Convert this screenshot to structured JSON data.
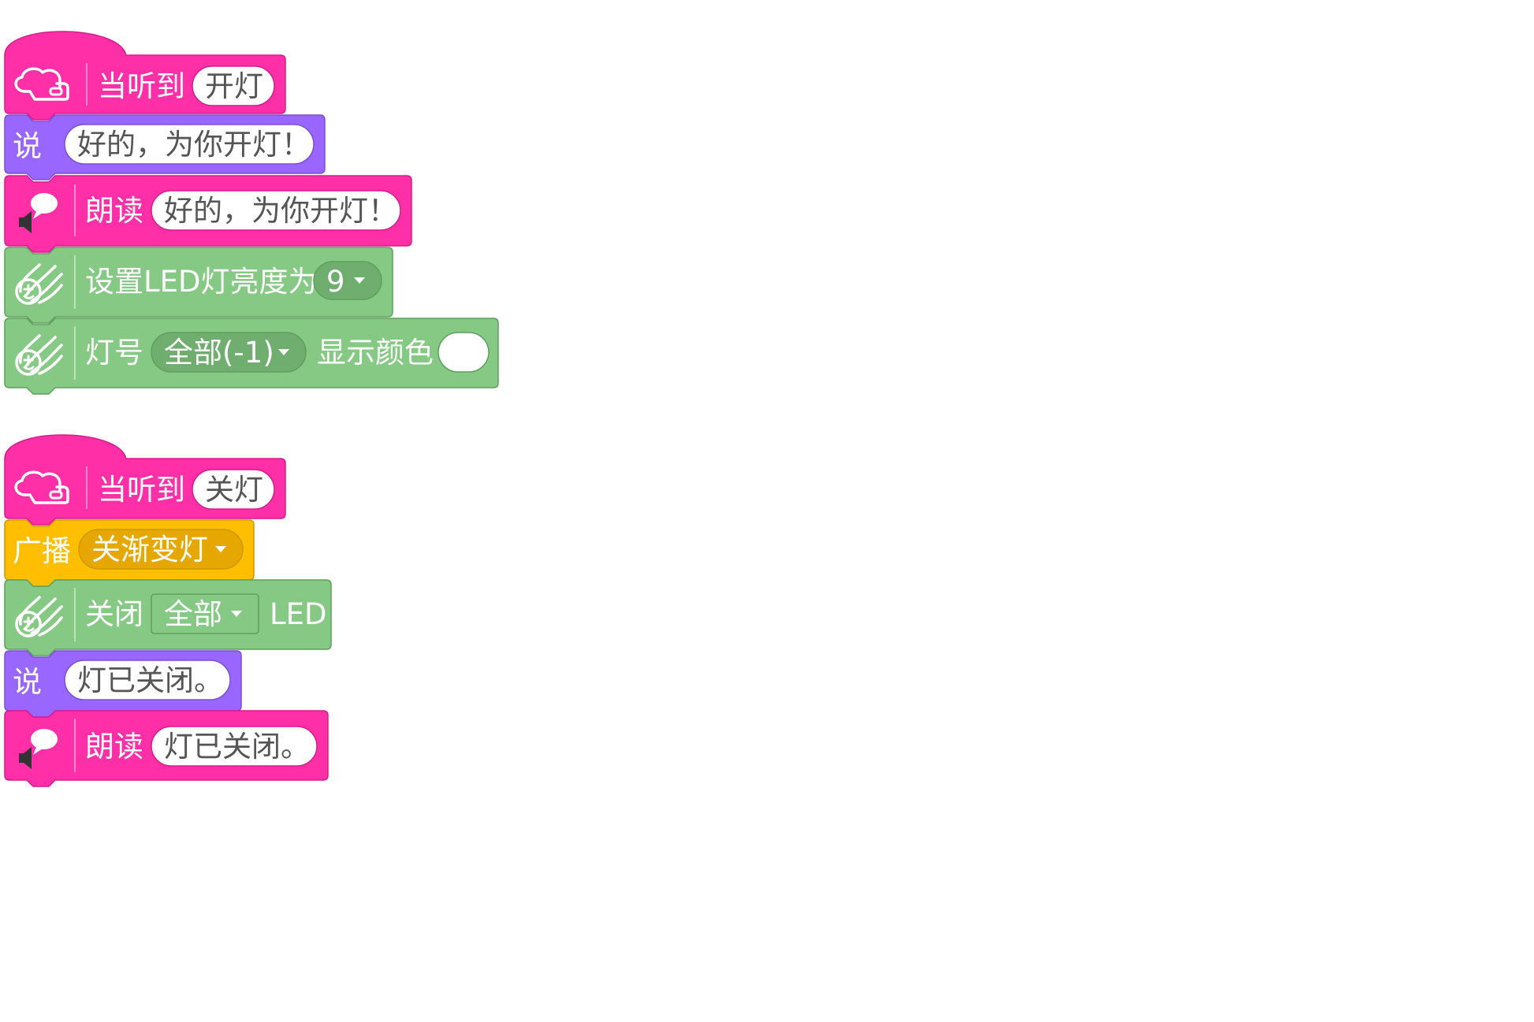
{
  "colors": {
    "event_pink": "#ff2fa8",
    "looks_purple": "#9966ff",
    "broadcast_yellow": "#ffbf00",
    "led_green": "#86c985",
    "led_green_dark": "#6fae6e",
    "led_green_border": "#5d9f5c",
    "field_text": "#555555"
  },
  "scripts": [
    {
      "blocks": [
        {
          "category": "event",
          "icon": "voice-ai-icon",
          "label": "当听到",
          "field": "开灯"
        },
        {
          "category": "looks",
          "label": "说",
          "field": "好的，为你开灯！"
        },
        {
          "category": "speech",
          "icon": "text-to-speech-icon",
          "label": "朗读",
          "field": "好的，为你开灯！"
        },
        {
          "category": "led",
          "icon": "led-comet-icon",
          "label": "设置LED灯亮度为",
          "dropdown": "9"
        },
        {
          "category": "led",
          "icon": "led-comet-icon",
          "label": "灯号",
          "dropdown": "全部(-1)",
          "label2": "显示颜色",
          "color_value": "#ffffff"
        }
      ]
    },
    {
      "blocks": [
        {
          "category": "event",
          "icon": "voice-ai-icon",
          "label": "当听到",
          "field": "关灯"
        },
        {
          "category": "broadcast",
          "label": "广播",
          "dropdown": "关渐变灯"
        },
        {
          "category": "led",
          "icon": "led-comet-icon",
          "label": "关闭",
          "dropdown": "全部",
          "label2": "LED"
        },
        {
          "category": "looks",
          "label": "说",
          "field": "灯已关闭。"
        },
        {
          "category": "speech",
          "icon": "text-to-speech-icon",
          "label": "朗读",
          "field": "灯已关闭。"
        }
      ]
    }
  ]
}
